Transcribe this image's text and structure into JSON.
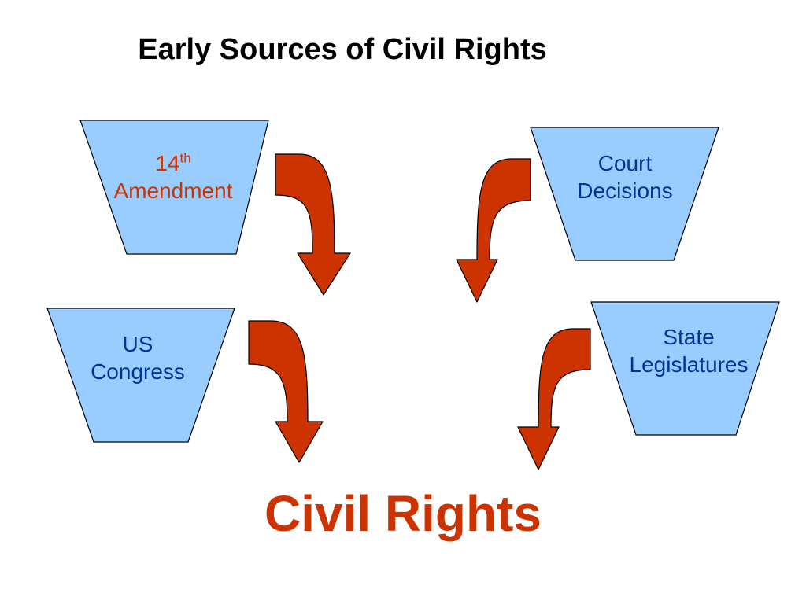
{
  "title": "Early Sources of Civil Rights",
  "sources": [
    {
      "line1": "14",
      "sup": "th",
      "line2": "Amendment"
    },
    {
      "line1": "Court",
      "line2": "Decisions"
    },
    {
      "line1": "US",
      "line2": "Congress"
    },
    {
      "line1": "State",
      "line2": "Legislatures"
    }
  ],
  "result": "Civil Rights",
  "colors": {
    "funnel_fill": "#99ccff",
    "funnel_stroke": "#000000",
    "arrow_fill": "#cc3300",
    "result_text": "#cc3300",
    "amendment_text": "#cc3300",
    "source_text": "#003399"
  }
}
